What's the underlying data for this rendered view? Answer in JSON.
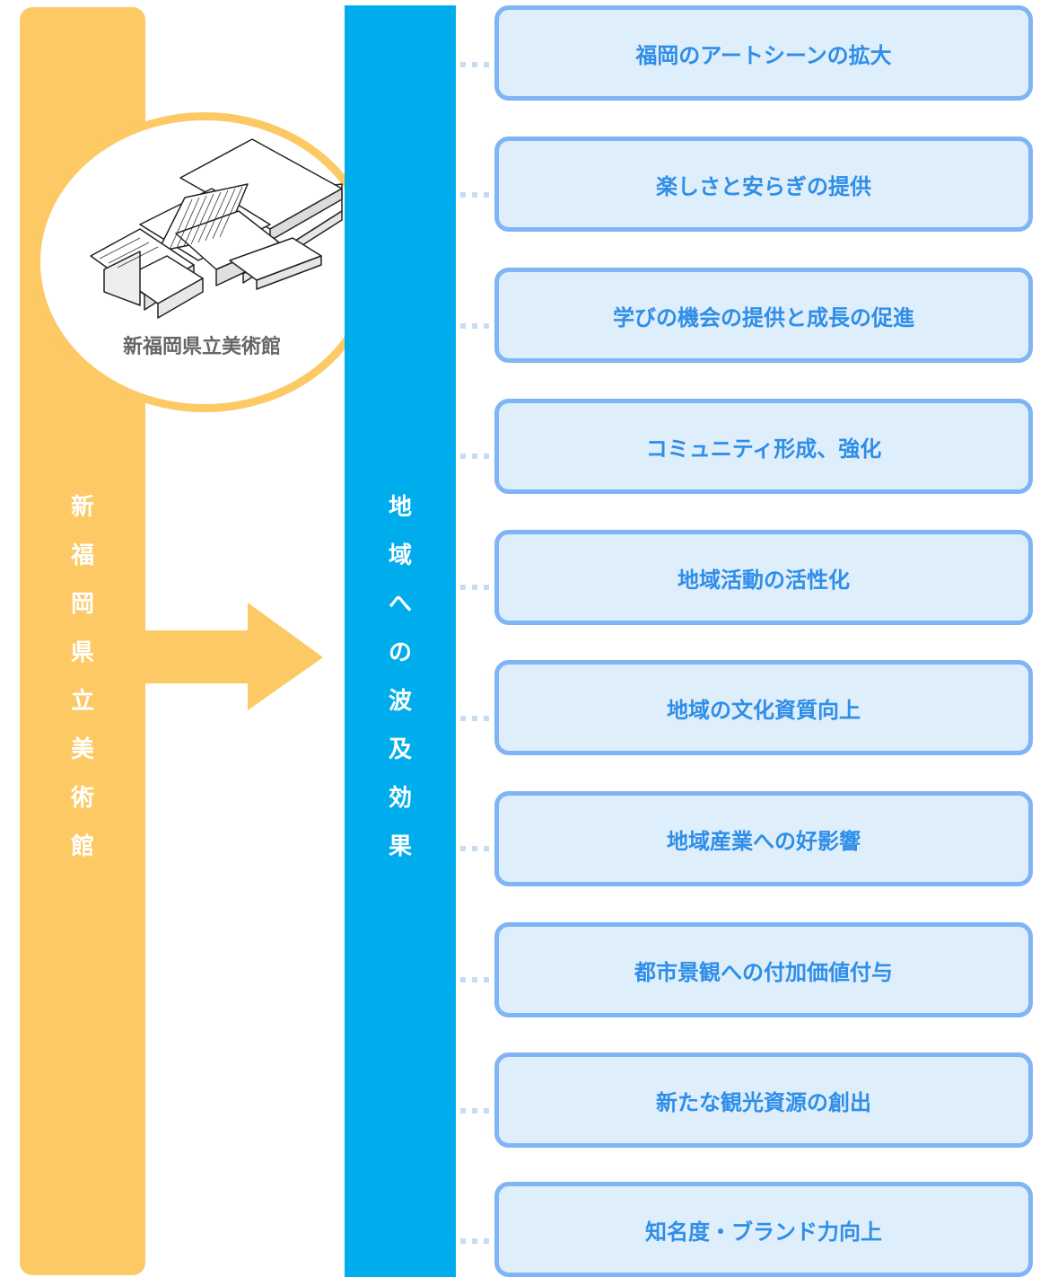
{
  "museum": {
    "name": "新福岡県立美術館",
    "vertical_label": [
      "新",
      "福",
      "岡",
      "県",
      "立",
      "美",
      "術",
      "館"
    ]
  },
  "effects": {
    "vertical_label": [
      "地",
      "域",
      "へ",
      "の",
      "波",
      "及",
      "効",
      "果"
    ],
    "items": [
      "福岡のアートシーンの拡大",
      "楽しさと安らぎの提供",
      "学びの機会の提供と成長の促進",
      "コミュニティ形成、強化",
      "地域活動の活性化",
      "地域の文化資質向上",
      "地域産業への好影響",
      "都市景観への付加価値付与",
      "新たな観光資源の創出",
      "知名度・ブランド力向上"
    ]
  },
  "colors": {
    "museum_bar": "#fcc964",
    "effect_bar": "#00adec",
    "box_border": "#7fb5f5",
    "box_fill": "#dfeefb",
    "box_text": "#2e8ee8"
  },
  "icons": {
    "building": "museum-building-illustration",
    "arrow": "right-arrow"
  }
}
